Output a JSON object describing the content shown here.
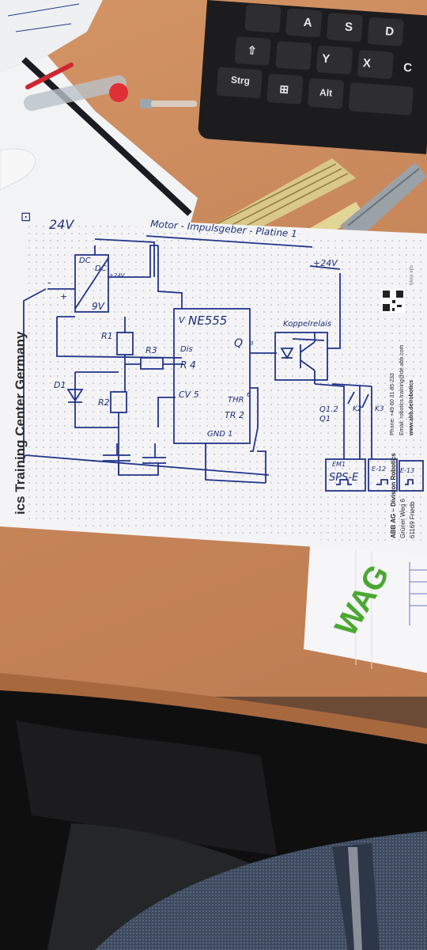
{
  "sheet": {
    "title": "Motor - Impulsgeber - Platine 1",
    "side_print": "ics Training Center Germany",
    "company": "ABB AG – Division Robotics",
    "street": "Grüner Weg 6",
    "city": "61169 Friedb",
    "phone": "Phone: +49 60 31 85 233",
    "email": "Email: robotics.training@de.abb.com",
    "web": "www.abb.de/robotics",
    "qr_caption": "More info"
  },
  "schematic": {
    "supply_top": "24V",
    "supply_right": "+24V",
    "dc_left": "DC",
    "dc_right": "DC",
    "dc_in": "+24V",
    "dc_out": "9V",
    "ic": "NE555",
    "ic_vcc": "V",
    "pin_dis": "Dis",
    "pin_r": "R 4",
    "pin_cv": "CV 5",
    "pin_q": "Q",
    "pin_q_num": "3",
    "pin_thr": "THR",
    "pin_tr": "TR 2",
    "pin_gnd": "GND 1",
    "pin_6": "6",
    "r1": "R1",
    "r2": "R2",
    "r3": "R3",
    "d1": "D1",
    "relay": "Koppelrelais",
    "q1": "Q1.2",
    "q1b": "Q1",
    "k2": "K2",
    "k3": "K3",
    "em1": "EM1",
    "sps": "SPS-E",
    "e12": "E-12",
    "e13": "E-13",
    "minus": "-",
    "plus": "+"
  },
  "keyboard": {
    "keys": [
      "A",
      "S",
      "D",
      "Y",
      "X",
      "C",
      "Strg",
      "Alt"
    ]
  },
  "card": {
    "logo": "WAG"
  },
  "colors": {
    "desk": "#c8875a",
    "paper": "#f4f4f6",
    "ink": "#22348a",
    "keyboard": "#1c1c1e",
    "wago_green": "#4aa832"
  }
}
